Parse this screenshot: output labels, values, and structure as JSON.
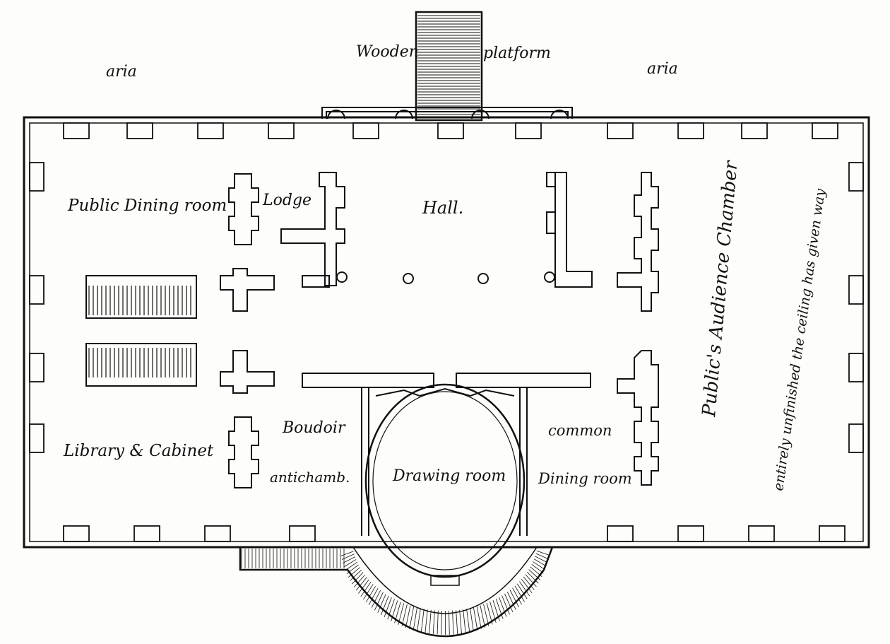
{
  "labels": {
    "area_left": "aria",
    "area_right": "aria",
    "wooden": "Wooden",
    "platform": "platform",
    "public_dining_room": "Public Dining room",
    "lodge": "Lodge",
    "hall": "Hall.",
    "public_audience_chamber": "Public's Audience Chamber",
    "unfinished_note": "entirely unfinished the ceiling has given way",
    "library_cabinet": "Library & Cabinet",
    "boudoir": "Boudoir",
    "antichamber": "antichamb.",
    "drawing_room": "Drawing room",
    "common": "common",
    "dining_room": "Dining room"
  },
  "colors": {
    "ink": "#111111",
    "paper": "#fdfdfb"
  }
}
